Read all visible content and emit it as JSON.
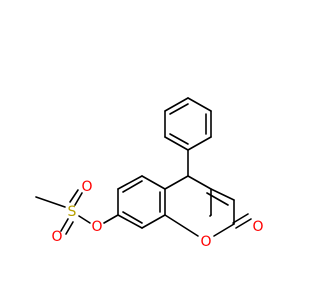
{
  "molecule": {
    "atoms": [
      {
        "id": "s1",
        "label": "S",
        "color": "#b8a000"
      },
      {
        "id": "o-sulfonyl-upper",
        "label": "O",
        "color": "#ff0000"
      },
      {
        "id": "o-sulfonyl-lower",
        "label": "O",
        "color": "#ff0000"
      },
      {
        "id": "o-ester",
        "label": "O",
        "color": "#ff0000"
      },
      {
        "id": "o-ring",
        "label": "O",
        "color": "#ff0000"
      },
      {
        "id": "o-carbonyl",
        "label": "O",
        "color": "#ff0000"
      }
    ],
    "bond_color": "#000000",
    "background": "#ffffff"
  }
}
